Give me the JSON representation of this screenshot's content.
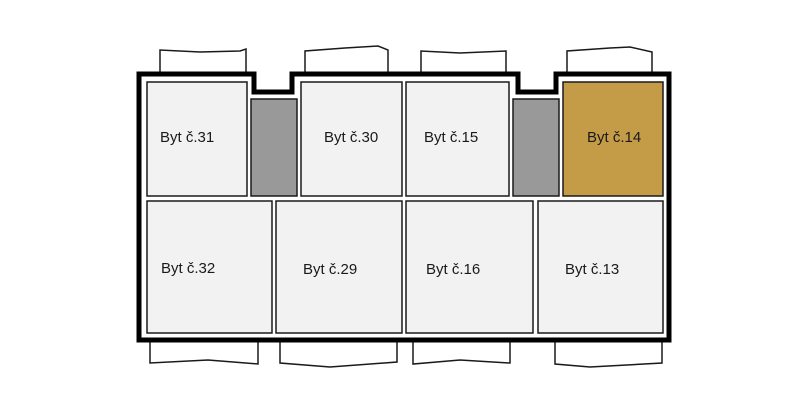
{
  "selected_apartment": "Byt č.14",
  "colors": {
    "selected": "#c49c48",
    "apartment": "#f2f2f2",
    "core": "#999999",
    "wall": "#000000"
  },
  "apartments": [
    {
      "id": "31",
      "label": "Byt č.31",
      "selected": false
    },
    {
      "id": "30",
      "label": "Byt č.30",
      "selected": false
    },
    {
      "id": "15",
      "label": "Byt č.15",
      "selected": false
    },
    {
      "id": "14",
      "label": "Byt č.14",
      "selected": true
    },
    {
      "id": "32",
      "label": "Byt č.32",
      "selected": false
    },
    {
      "id": "29",
      "label": "Byt č.29",
      "selected": false
    },
    {
      "id": "16",
      "label": "Byt č.16",
      "selected": false
    },
    {
      "id": "13",
      "label": "Byt č.13",
      "selected": false
    }
  ]
}
